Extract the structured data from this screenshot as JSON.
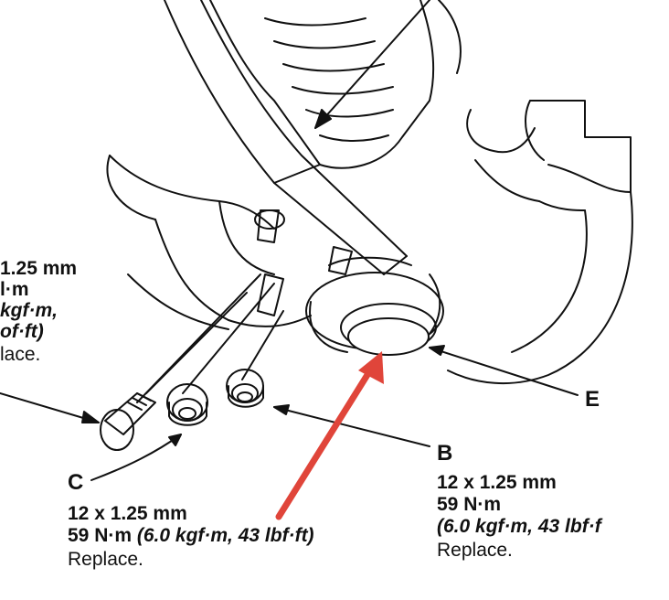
{
  "labels": {
    "left": {
      "line1": "1.25 mm",
      "line2": "l·m",
      "line3": "kgf·m,",
      "line4": "of·ft)",
      "line5": "lace."
    },
    "e": {
      "letter": "E"
    },
    "b": {
      "letter": "B",
      "size": "12 x 1.25 mm",
      "torque_nm": "59 N·m",
      "torque_alt": "(6.0 kgf·m, 43 lbf·f",
      "note": "Replace."
    },
    "c": {
      "letter": "C",
      "size": "12 x 1.25 mm",
      "torque_nm": "59 N·m",
      "torque_alt": "(6.0 kgf·m, 43 lbf·ft)",
      "note": "Replace."
    }
  },
  "colors": {
    "ink": "#111111",
    "highlight_arrow": "#e0453a"
  }
}
